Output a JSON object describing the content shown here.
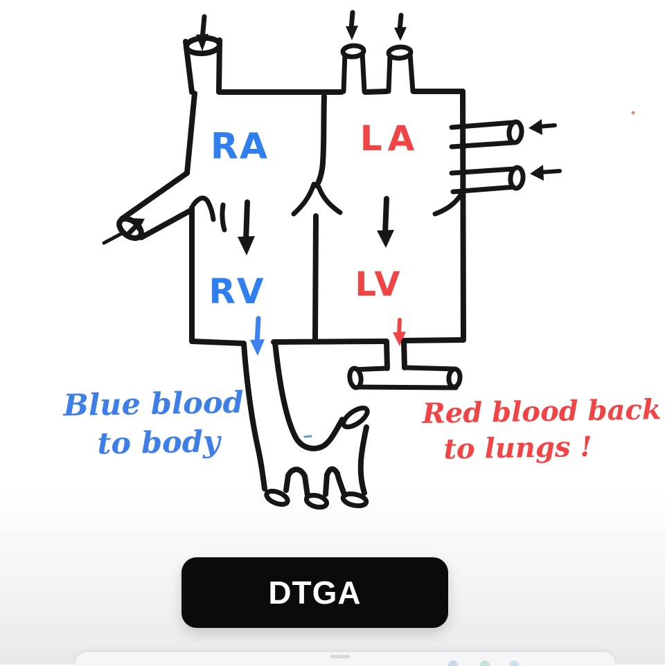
{
  "diagram": {
    "ink_color": "#161616",
    "chambers": {
      "ra": {
        "label": "RA",
        "color": "#2F7FF0"
      },
      "la": {
        "label": "LA",
        "color": "#F04545"
      },
      "rv": {
        "label": "RV",
        "color": "#2F7FF0"
      },
      "lv": {
        "label": "LV",
        "color": "#F04545"
      }
    },
    "notes": {
      "left": {
        "line1": "Blue blood",
        "line2": "to body",
        "color": "#3D7EE8"
      },
      "right": {
        "line1": "Red blood back",
        "line2": "to lungs !",
        "color": "#F24444"
      }
    },
    "flow_colors": {
      "deoxygenated": "#3B82F0",
      "oxygenated": "#F04545"
    }
  },
  "footer": {
    "button_label": "DTGA",
    "button_bg": "#0B0B0D",
    "button_text_color": "#FFFFFF"
  }
}
